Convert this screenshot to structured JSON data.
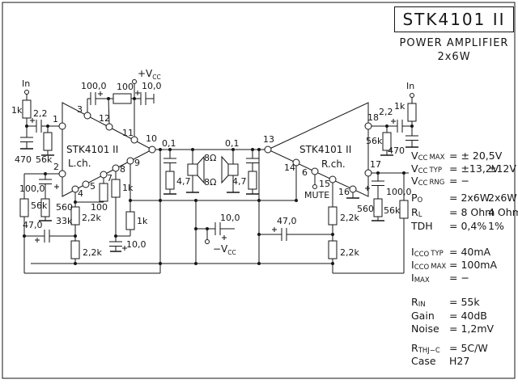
{
  "title_block": {
    "part": "STK4101 II",
    "subtitle": "POWER AMPLIFIER",
    "rating": "2x6W"
  },
  "specs": [
    {
      "b": "V",
      "s": "CC",
      "n": "MAX",
      "v": "= ± 20,5V",
      "a": ""
    },
    {
      "b": "V",
      "s": "CC",
      "n": "TYP",
      "v": "= ±13,2V",
      "a": "±12V"
    },
    {
      "b": "V",
      "s": "CC",
      "n": "RNG",
      "v": "= −",
      "a": ""
    },
    {
      "b": "P",
      "s": "O",
      "n": "",
      "v": "= 2x6W",
      "a": "2x6W"
    },
    {
      "b": "R",
      "s": "L",
      "n": "",
      "v": "= 8 Ohm",
      "a": "4 Ohm"
    },
    {
      "b": "TDH",
      "s": "",
      "n": "",
      "v": "= 0,4%",
      "a": "1%"
    },
    {
      "b": "I",
      "s": "CCO",
      "n": "TYP",
      "v": "= 40mA",
      "a": ""
    },
    {
      "b": "I",
      "s": "CCO",
      "n": "MAX",
      "v": "= 100mA",
      "a": ""
    },
    {
      "b": "I",
      "s": "MAX",
      "n": "",
      "v": "= −",
      "a": ""
    },
    {
      "b": "R",
      "s": "IN",
      "n": "",
      "v": "= 55k",
      "a": ""
    },
    {
      "b": "Gain",
      "s": "",
      "n": "",
      "v": "= 40dB",
      "a": ""
    },
    {
      "b": "Noise",
      "s": "",
      "n": "",
      "v": "= 1,2mV",
      "a": ""
    },
    {
      "b": "R",
      "s": "THJ−C",
      "n": "",
      "v": "= 5C/W",
      "a": ""
    },
    {
      "b": "Case",
      "s": "",
      "n": "",
      "v": "H27",
      "a": ""
    }
  ],
  "sch": {
    "ic_left": {
      "name": "STK4101 II",
      "ch": "L.ch."
    },
    "ic_right": {
      "name": "STK4101 II",
      "ch": "R.ch."
    },
    "pins": {
      "1": "1",
      "2": "2",
      "3": "3",
      "4": "4",
      "5": "5",
      "6": "6",
      "7": "7",
      "8": "8",
      "9": "9",
      "10": "10",
      "11": "11",
      "12": "12",
      "13": "13",
      "14": "14",
      "15": "15",
      "16": "16",
      "17": "17",
      "18": "18"
    },
    "labels": {
      "in_l": "In",
      "r1k_in_l": "1k",
      "c22_l": "2,2",
      "c470_l": "470",
      "r56k_in_l": "56k",
      "c100_fb_l": "100,0",
      "r560_l": "560",
      "r33k_l": "33k",
      "r56k_fb_l": "56k",
      "c47_l": "47,0",
      "r22k_1_l": "2,2k",
      "r22k_2_l": "2,2k",
      "r100_bias_l": "100",
      "r1k_1_l": "1k",
      "r1k_2_l": "1k",
      "c10_bias_l": "10,0",
      "rail_c100": "100,0",
      "rail_r100": "100",
      "rail_c10": "10,0",
      "vp": "+V",
      "vp_s": "CC",
      "vn": "−V",
      "vn_s": "CC",
      "c01_l": "0,1",
      "r47_l": "4,7",
      "imp_top": "8Ω",
      "imp_bot": "8Ω",
      "r47_r": "4,7",
      "c01_r": "0,1",
      "c10_vneg": "10,0",
      "c47_r": "47,0",
      "mute": "MUTE",
      "r22k_1_r": "2,2k",
      "r22k_2_r": "2,2k",
      "c100_fb_r": "100,0",
      "r560_r": "560",
      "r56k_fb_r": "56k",
      "r56k_in_r": "56k",
      "c470_r": "470",
      "c22_r": "2,2",
      "r1k_in_r": "1k",
      "in_r": "In"
    }
  }
}
